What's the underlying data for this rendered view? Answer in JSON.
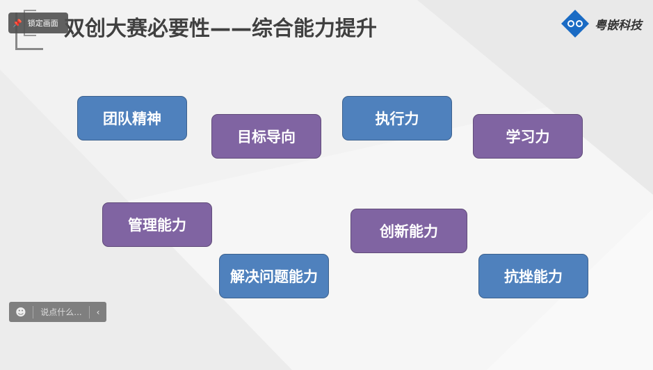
{
  "slide": {
    "title": "双创大赛必要性——综合能力提升"
  },
  "toolbar": {
    "lock_label": "锁定画面"
  },
  "logo": {
    "text": "粤嵌科技"
  },
  "boxes": [
    {
      "label": "团队精神",
      "color": "#4f81bd"
    },
    {
      "label": "目标导向",
      "color": "#8064a2"
    },
    {
      "label": "执行力",
      "color": "#4f81bd"
    },
    {
      "label": "学习力",
      "color": "#8064a2"
    },
    {
      "label": "管理能力",
      "color": "#8064a2"
    },
    {
      "label": "创新能力",
      "color": "#8064a2"
    },
    {
      "label": "解决问题能力",
      "color": "#4f81bd"
    },
    {
      "label": "抗挫能力",
      "color": "#4f81bd"
    }
  ],
  "chat": {
    "placeholder": "说点什么..."
  }
}
